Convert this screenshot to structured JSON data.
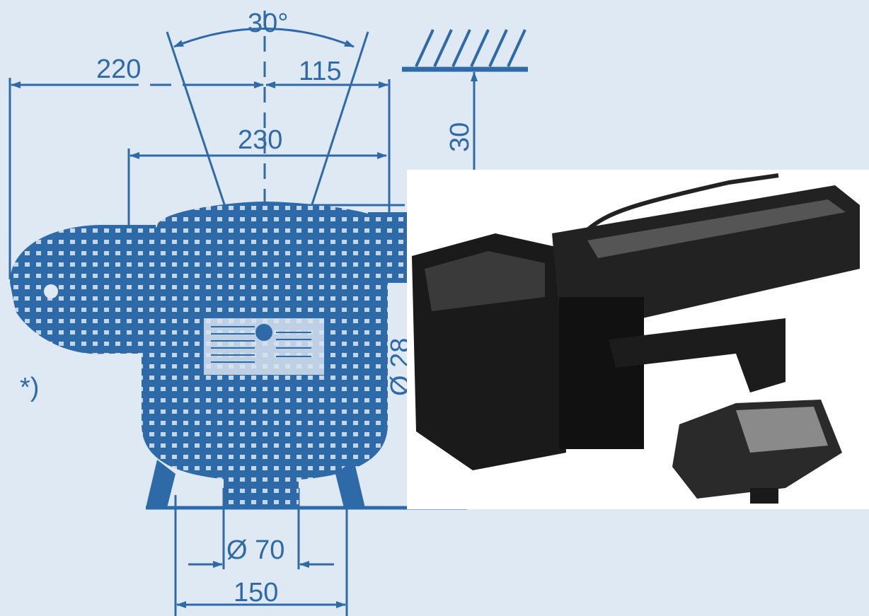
{
  "dimensions": {
    "angle": "30°",
    "left_offset": "220",
    "right_offset": "115",
    "width_top": "230",
    "clearance": "30",
    "diameter_side": "Ø 28",
    "base_inner": "Ø 70",
    "base_outer": "150"
  },
  "footnote_marker": "*)",
  "colors": {
    "background": "#dfe9f4",
    "drawing": "#2f6aa8",
    "photo_bg": "#ffffff",
    "photo_dark": "#1a1a1a"
  }
}
